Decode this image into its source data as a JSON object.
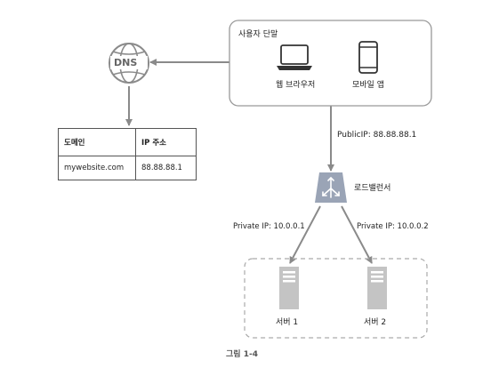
{
  "dns": {
    "icon_label": "DNS"
  },
  "dns_table": {
    "headers": [
      "도메인",
      "IP 주소"
    ],
    "rows": [
      [
        "mywebsite.com",
        "88.88.88.1"
      ]
    ]
  },
  "user_terminal": {
    "title": "사용자 단말",
    "web_browser_label": "웹 브라우저",
    "mobile_app_label": "모바일 앱"
  },
  "public_ip_label": "PublicIP: 88.88.88.1",
  "load_balancer_label": "로드밸런서",
  "private_ip_1": "Private IP: 10.0.0.1",
  "private_ip_2": "Private IP: 10.0.0.2",
  "servers": [
    "서버 1",
    "서버 2"
  ],
  "caption": "그림 1-4",
  "colors": {
    "line": "#8a8a8a",
    "lb": "#9aa4b6",
    "server": "#bdbdbd"
  }
}
